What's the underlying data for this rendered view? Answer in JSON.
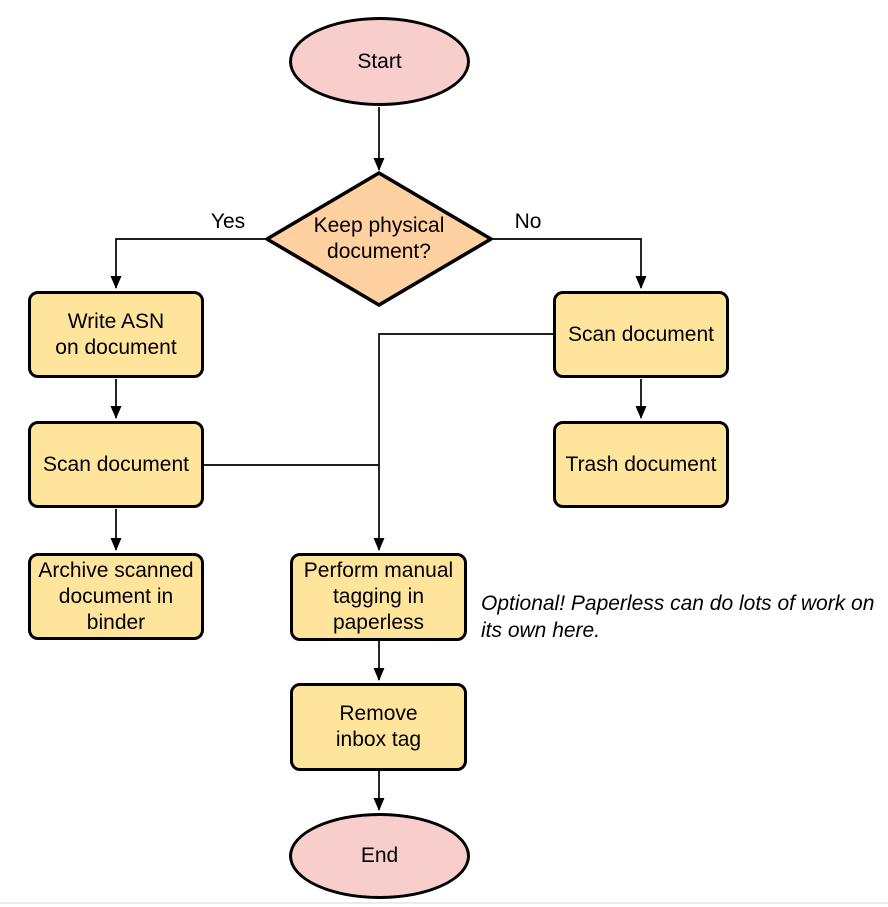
{
  "palette": {
    "terminal_fill": "#f8cecc",
    "decision_fill": "#ffd0a0",
    "process_fill": "#ffe49c",
    "stroke": "#000000",
    "divider": "#e8ebf0"
  },
  "nodes": {
    "start": {
      "label": "Start",
      "type": "terminal"
    },
    "decision": {
      "label": "Keep physical\ndocument?",
      "type": "decision"
    },
    "write_asn": {
      "label": "Write ASN\non document",
      "type": "process"
    },
    "scan_left": {
      "label": "Scan document",
      "type": "process"
    },
    "archive": {
      "label": "Archive scanned\ndocument in\nbinder",
      "type": "process"
    },
    "scan_right": {
      "label": "Scan document",
      "type": "process"
    },
    "trash": {
      "label": "Trash document",
      "type": "process"
    },
    "tagging": {
      "label": "Perform manual\ntagging in\npaperless",
      "type": "process"
    },
    "remove_inbox": {
      "label": "Remove\ninbox tag",
      "type": "process"
    },
    "end": {
      "label": "End",
      "type": "terminal"
    }
  },
  "edge_labels": {
    "yes": "Yes",
    "no": "No"
  },
  "note": {
    "text": "Optional! Paperless can do lots of work on\nits own here."
  }
}
